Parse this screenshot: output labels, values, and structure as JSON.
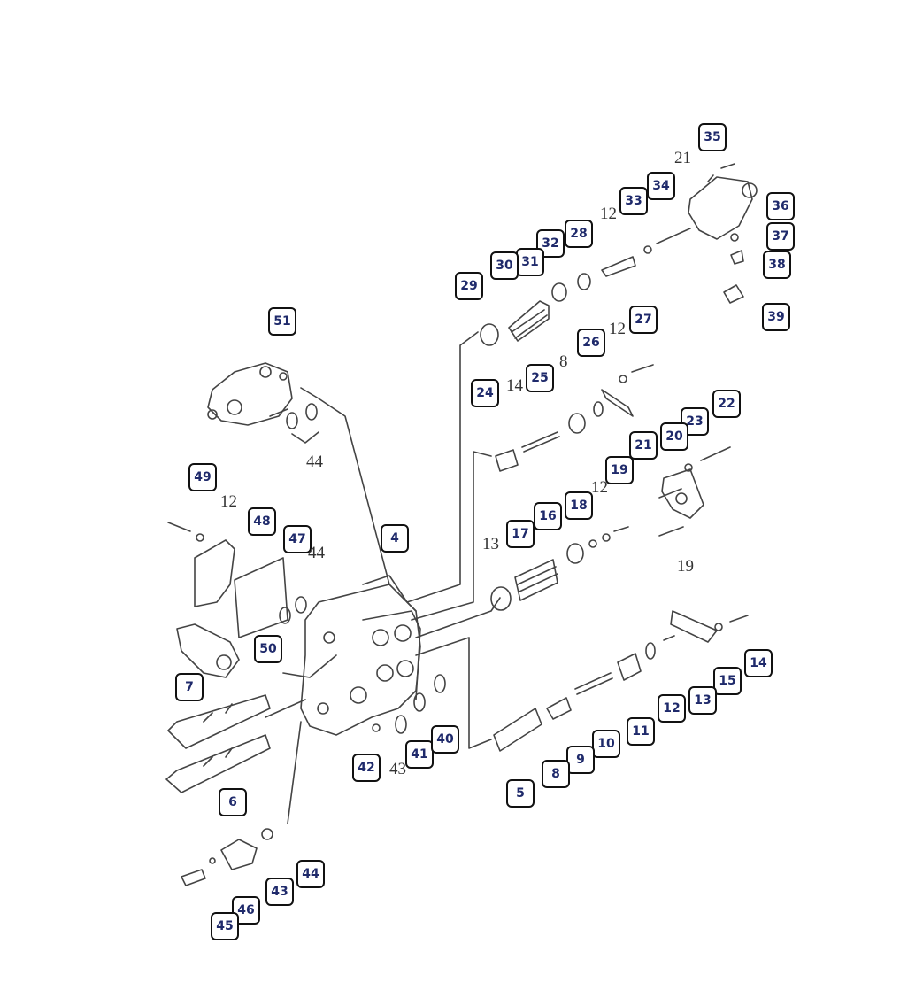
{
  "callouts": {
    "c51": "51",
    "c49": "49",
    "c48": "48",
    "c47": "47",
    "c4": "4",
    "c50": "50",
    "c7": "7",
    "c6": "6",
    "c42": "42",
    "c41": "41",
    "c40": "40",
    "c44_bottom": "44",
    "c43": "43",
    "c46": "46",
    "c45": "45",
    "c35": "35",
    "c34": "34",
    "c33": "33",
    "c36": "36",
    "c37": "37",
    "c38": "38",
    "c39": "39",
    "c28": "28",
    "c32": "32",
    "c31": "31",
    "c30": "30",
    "c29": "29",
    "c27": "27",
    "c26": "26",
    "c25": "25",
    "c24": "24",
    "c22": "22",
    "c23": "23",
    "c20": "20",
    "c21": "21",
    "c19": "19",
    "c18": "18",
    "c16": "16",
    "c17": "17",
    "c14": "14",
    "c15": "15",
    "c13": "13",
    "c12": "12",
    "c11": "11",
    "c10": "10",
    "c9": "9",
    "c8": "8",
    "c5": "5"
  },
  "plain_labels": {
    "p21_top": "21",
    "p12_a": "12",
    "p12_b": "12",
    "p8": "8",
    "p14": "14",
    "p12_c": "12",
    "p19": "19",
    "p13": "13",
    "p12_d": "12",
    "p44_a": "44",
    "p44_b": "44",
    "p43": "43"
  },
  "colors": {
    "line": "#444444",
    "callout_text": "#1f2a6b",
    "border": "#111111"
  }
}
